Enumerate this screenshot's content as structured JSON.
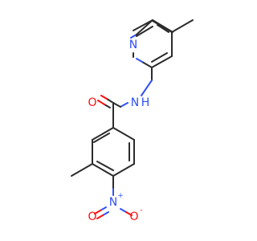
{
  "atoms": {
    "pyridine_n": "N",
    "amide_nh": "N",
    "amide_h": "H",
    "carbonyl_o": "O",
    "nitro_n": "N",
    "nitro_n_charge": "+",
    "nitro_o_double": "O",
    "nitro_o_single": "O",
    "nitro_o_charge": "-"
  },
  "colors": {
    "carbon_bond": "#2b2b2b",
    "nitrogen": "#3050f8",
    "oxygen": "#ff0d0d"
  }
}
